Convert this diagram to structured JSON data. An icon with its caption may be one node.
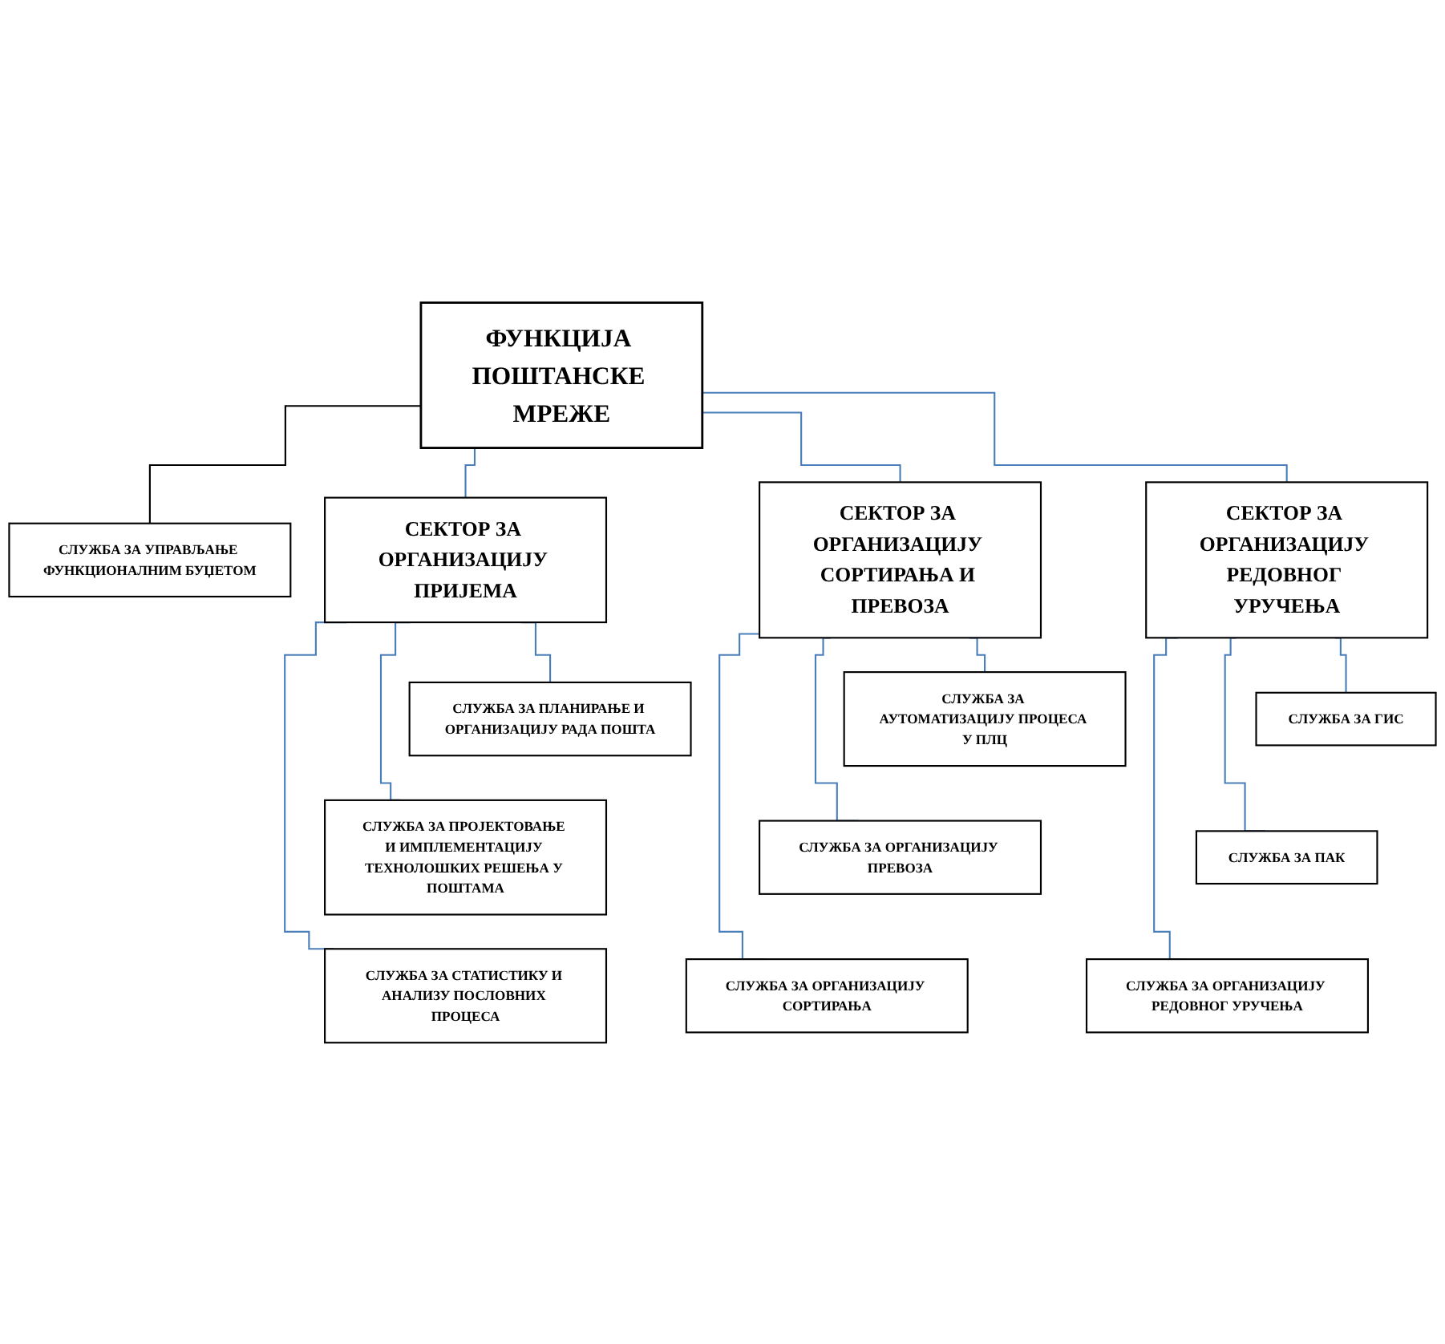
{
  "diagram": {
    "nodes": [
      {
        "text": [
          "ФУНКЦИЈА ПОШТАНСКЕ МРЕЖЕ"
        ]
      },
      {
        "text": [
          "СЛУЖБА ЗА УПРАВЉАЊЕ ФУНКЦИОНАЛНИМ БУЏЕТОМ"
        ]
      },
      {
        "text": [
          "СЕКТОР ЗА ОРГАНИЗАЦИЈУ ПРИЈЕМА"
        ]
      },
      {
        "text": [
          "СЕКТОР ЗА ОРГАНИЗАЦИЈУ СОРТИРАЊА И ПРЕВОЗА"
        ]
      },
      {
        "text": [
          "СЕКТОР ЗА ОРГАНИЗАЦИЈУ РЕДОВНОГ УРУЧЕЊА"
        ]
      },
      {
        "text": [
          "СЛУЖБА ЗА ПЛАНИРАЊЕ И ОРГАНИЗАЦИЈУ РАДА ПОШТА"
        ]
      },
      {
        "text": [
          "СЛУЖБА ЗА ПРОЈЕКТОВАЊЕ И ИМПЛЕМЕНТАЦИЈУ ТЕХНОЛОШКИХ РЕШЕЊА У ПОШТАМА"
        ]
      },
      {
        "text": [
          "СЛУЖБА ЗА СТАТИСТИКУ И АНАЛИЗУ ПОСЛОВНИХ ПРОЦЕСА"
        ]
      },
      {
        "text": [
          "СЛУЖБА ЗА АУТОМАТИЗАЦИЈУ ПРОЦЕСА У ПЛЦ"
        ]
      },
      {
        "text": [
          "СЛУЖБА ЗА ОРГАНИЗАЦИЈУ ПРЕВОЗА"
        ]
      },
      {
        "text": [
          "СЛУЖБА ЗА ОРГАНИЗАЦИЈУ СОРТИРАЊА"
        ]
      },
      {
        "text": [
          "СЛУЖБА ЗА ГИС"
        ]
      },
      {
        "text": [
          "СЛУЖБА ЗА ПАК"
        ]
      },
      {
        "text": [
          "СЛУЖБА ЗА ОРГАНИЗАЦИЈУ РЕДОВНОГ УРУЧЕЊА"
        ]
      }
    ],
    "edges": [
      {
        "from": 0,
        "to": 1,
        "arrow": "none",
        "color": "#000000"
      },
      {
        "from": 0,
        "to": 2,
        "arrow": "none"
      },
      {
        "from": 0,
        "to": 3,
        "arrow": "none"
      },
      {
        "from": 0,
        "to": 4,
        "arrow": "none"
      },
      {
        "from": 2,
        "to": 5,
        "arrow": "none"
      },
      {
        "from": 2,
        "to": 6,
        "arrow": "none"
      },
      {
        "from": 2,
        "to": 7,
        "arrow": "none"
      },
      {
        "from": 3,
        "to": 8,
        "arrow": "none"
      },
      {
        "from": 3,
        "to": 9,
        "arrow": "none"
      },
      {
        "from": 3,
        "to": 10,
        "arrow": "none"
      },
      {
        "from": 4,
        "to": 11,
        "arrow": "none"
      },
      {
        "from": 4,
        "to": 12,
        "arrow": "none"
      },
      {
        "from": 4,
        "to": 13,
        "arrow": "none"
      }
    ]
  }
}
